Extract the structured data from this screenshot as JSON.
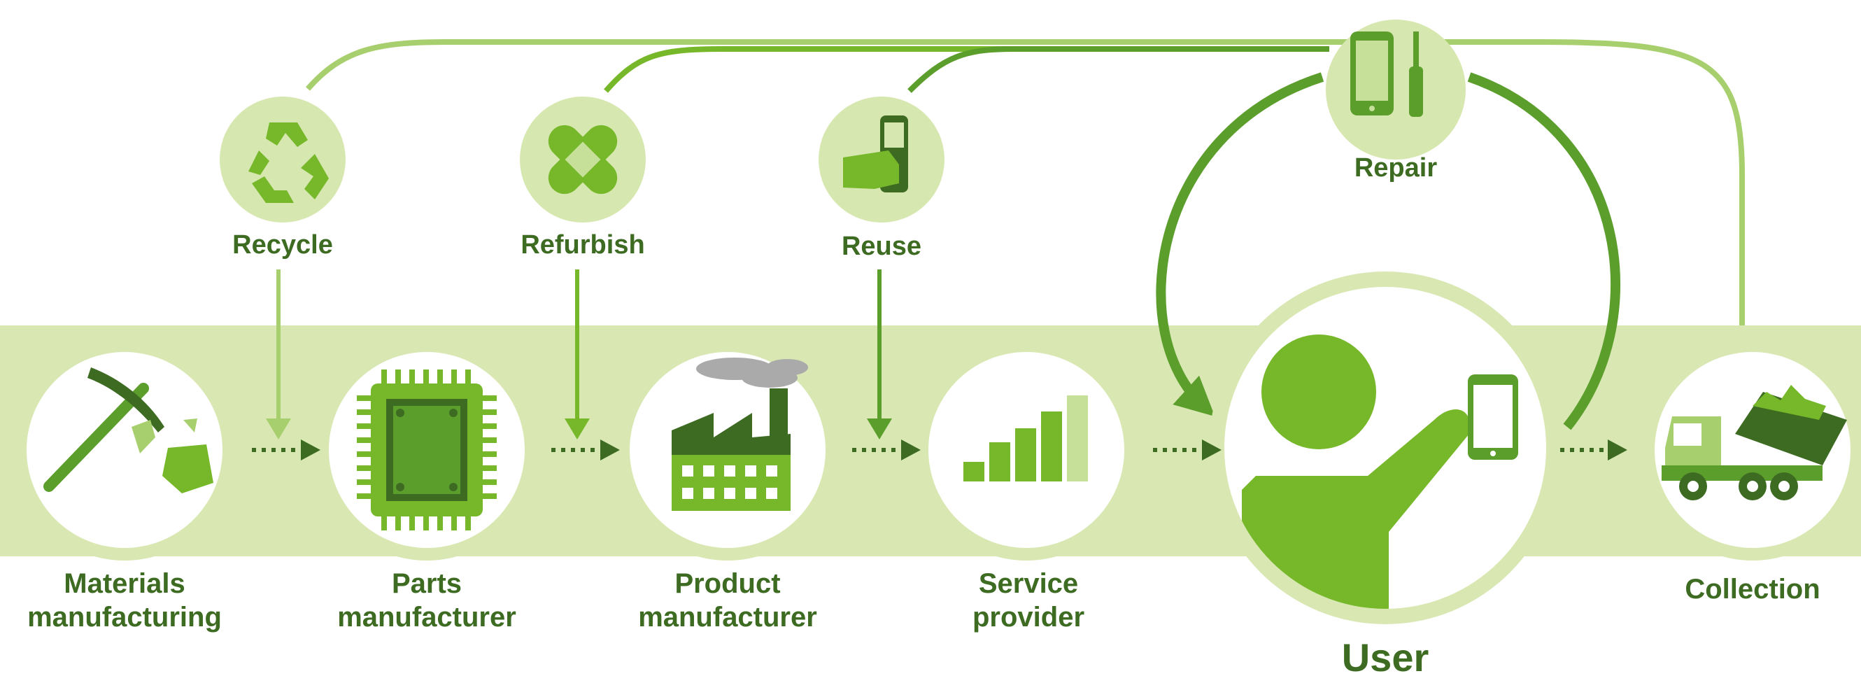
{
  "colors": {
    "band": "#d9e8b3",
    "circle_fill": "#ffffff",
    "circle_ring": "#d9e8b3",
    "icon_circle": "#d7e7b0",
    "green_dark": "#3d6b22",
    "green_mid": "#5b9e2c",
    "green_bright": "#76b82a",
    "green_light": "#a8cf6d",
    "green_pale": "#c6e09a",
    "text": "#3d6b22"
  },
  "flow": {
    "stages": [
      {
        "id": "materials",
        "icon": "pickaxe-icon",
        "lines": [
          "Materials",
          "manufacturing"
        ]
      },
      {
        "id": "parts",
        "icon": "microchip-icon",
        "lines": [
          "Parts",
          "manufacturer"
        ]
      },
      {
        "id": "product",
        "icon": "factory-icon",
        "lines": [
          "Product",
          "manufacturer"
        ]
      },
      {
        "id": "service",
        "icon": "signal-bars-icon",
        "lines": [
          "Service",
          "provider"
        ]
      },
      {
        "id": "user",
        "icon": "user-with-phone-icon",
        "lines": [
          "User"
        ]
      },
      {
        "id": "collection",
        "icon": "dump-truck-icon",
        "lines": [
          "Collection"
        ]
      }
    ]
  },
  "loops": {
    "recycle": {
      "label": "Recycle",
      "icon": "recycle-icon"
    },
    "refurbish": {
      "label": "Refurbish",
      "icon": "bandage-icon"
    },
    "reuse": {
      "label": "Reuse",
      "icon": "hand-phone-icon"
    },
    "repair": {
      "label": "Repair",
      "icon": "phone-screwdriver-icon"
    }
  }
}
